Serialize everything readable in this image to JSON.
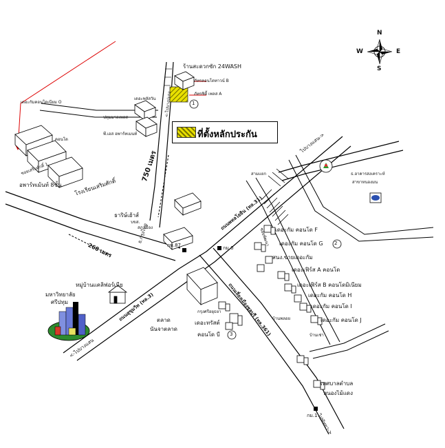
{
  "compass": {
    "n": "N",
    "s": "S",
    "e": "E",
    "w": "W"
  },
  "legend": {
    "label": "ที่ตั้งหลักประกัน"
  },
  "places": {
    "laundry": "ร้านสะดวกซัก 24WASH",
    "condo_b": "ภัทรคอนโดทาวน์ B",
    "condo_a": "ภัทรซิตี้ เพลส A",
    "marker1": "1",
    "condo_o": "เดอะกัมคอนโดเนียม O",
    "the_plus": "เดอะพลัสวัน",
    "pathum_place": "ปทุมมาลเพลส",
    "pn_apartment": "พี.เอส อพาร์ทเมนท์",
    "apartment_8": "อพาร์ทเม้นท์ 8ชั้น",
    "condo_small": "คอนโด",
    "school": "โรงเรียนเสริมศักดิ์",
    "tarit_house": "ธาริษ์เฮ้าส์",
    "dist_750": "750 เมตร",
    "dist_260": "260 เมตร",
    "village": "หมู่บ้านแคลิฟอร์เนีย",
    "university": "มหาวิทยาลัย",
    "university2": "ศรีปทุม",
    "bank": "ธ.กรุงไทย",
    "km87": "กม.87",
    "km0": "กม.0",
    "km1": "กม.1",
    "market": "ตลาด",
    "market2": "นันจาตลาด",
    "condo_f": "เดอะกัม คอนโด F",
    "condo_g": "เดอะกัม คอนโด G",
    "marker2": "2",
    "nong_shop": "สนง.ขายเดอะกัม",
    "condo_fa": "เดอะเฟิร์ส A คอนโด",
    "condo_fb": "เดอะเฟิร์ส B คอนโดมิเนียม",
    "condo_h": "เดอะกัม คอนโด H",
    "condo_i": "เดอะกัม คอนโด I",
    "condo_j": "เดอะกัม คอนโด J",
    "first_condo": "เดอะทรัสต์",
    "first_condo2": "คอนโด บี",
    "marker3": "3",
    "krungthai_small": "กรุงศรีอยุธยา",
    "municipality": "เทศบาลตำบล",
    "municipality2": "หนองไม้แดง",
    "gov_office": "ธ.อาคารสงเคราะห์",
    "gov_office2": "สาขาหนองมน",
    "road_main": "ถนนพหลโยธิน (ทล.31)",
    "road_sukhumvit": "ถนนสุขุมวิท (ทล.3)",
    "road_bangsaen": "ถนนเลี่ยงเมืองชลบุรี (ทล.361)",
    "road_left": "<-ไปบางแสน",
    "road_right": "ไปบางแสน->",
    "road_bottom": "ไปพัทยา->",
    "road_top": "<-ไปบางปะกง",
    "soi_left": "ซอยเสริมศักดิ์ 1",
    "soi_right": "ซอยพัฒนา",
    "small_a": "สามแยก",
    "small_b": "บ้านพลอย",
    "ptt": "บขส.",
    "police": "สภ.เมือง",
    "mini": "บ้านเช่า"
  }
}
